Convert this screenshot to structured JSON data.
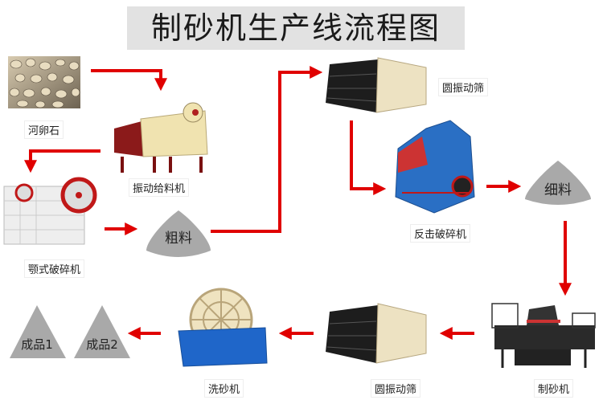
{
  "title": "制砂机生产线流程图",
  "colors": {
    "arrow": "#e00000",
    "pile": "#a9a9a9",
    "title_bg": "#e2e2e2"
  },
  "nodes": {
    "pebbles": {
      "label": "河卵石",
      "icon": "pebbles-image"
    },
    "feeder": {
      "label": "振动给料机",
      "icon": "vibrating-feeder-image"
    },
    "jaw_crusher": {
      "label": "颚式破碎机",
      "icon": "jaw-crusher-image"
    },
    "coarse": {
      "label": "粗料"
    },
    "screen_top": {
      "label": "圆振动筛",
      "icon": "vibrating-screen-image"
    },
    "impact_crusher": {
      "label": "反击破碎机",
      "icon": "impact-crusher-image"
    },
    "fine": {
      "label": "细料"
    },
    "sand_maker": {
      "label": "制砂机",
      "icon": "sand-maker-image"
    },
    "screen_bottom": {
      "label": "圆振动筛",
      "icon": "vibrating-screen-image"
    },
    "washer": {
      "label": "洗砂机",
      "icon": "sand-washer-image"
    },
    "product1": {
      "label": "成品1"
    },
    "product2": {
      "label": "成品2"
    }
  }
}
